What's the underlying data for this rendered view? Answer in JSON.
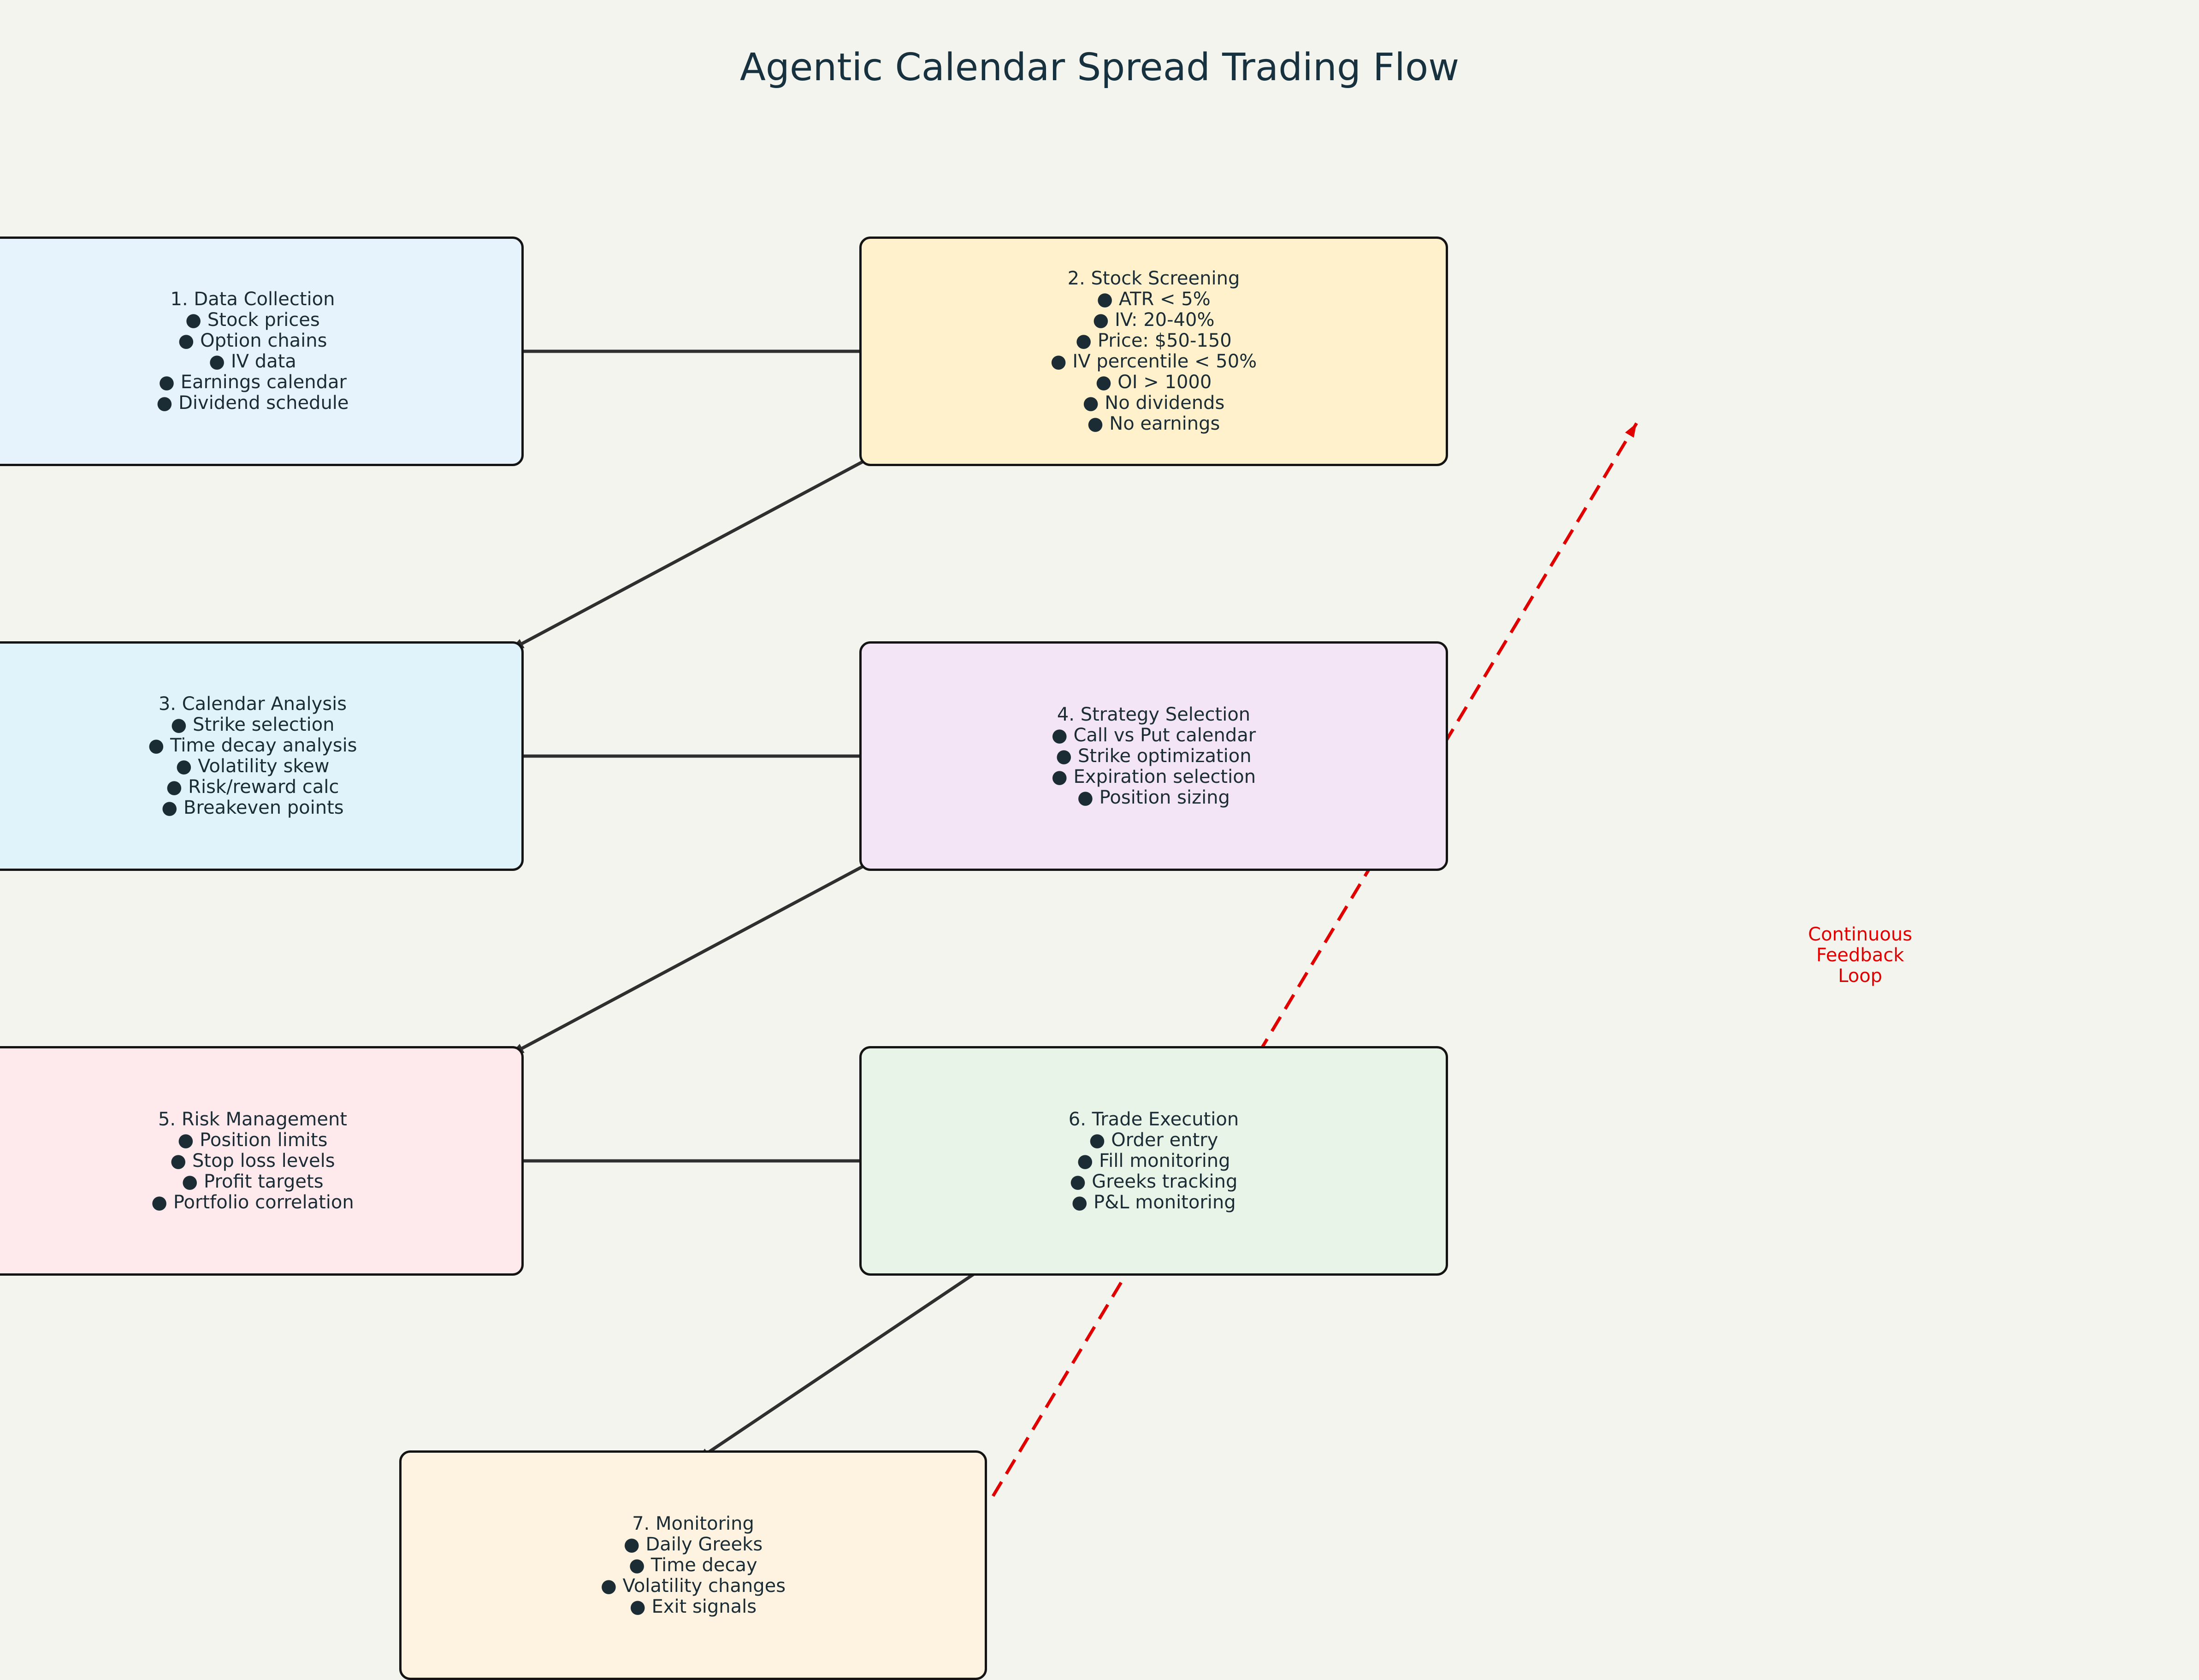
{
  "title": "Agentic Calendar Spread Trading Flow",
  "colors": {
    "background": "#f4f4ee",
    "node_border": "#141414",
    "edge": "#2f2f2f",
    "feedback": "#e00000",
    "text": "#1b2c35"
  },
  "nodes": [
    {
      "id": "data-collection",
      "fill": "#e6f3fc",
      "heading": "1. Data Collection",
      "items": [
        "● Stock prices",
        "● Option chains",
        "● IV data",
        "● Earnings calendar",
        "● Dividend schedule"
      ]
    },
    {
      "id": "stock-screening",
      "fill": "#fef1cc",
      "heading": "2. Stock Screening",
      "items": [
        "● ATR < 5%",
        "● IV: 20-40%",
        "● Price: $50-150",
        "● IV percentile < 50%",
        "● OI > 1000",
        "● No dividends",
        "● No earnings"
      ]
    },
    {
      "id": "calendar-analysis",
      "fill": "#e0f3fb",
      "heading": "3. Calendar Analysis",
      "items": [
        "● Strike selection",
        "● Time decay analysis",
        "● Volatility skew",
        "● Risk/reward calc",
        "● Breakeven points"
      ]
    },
    {
      "id": "strategy-selection",
      "fill": "#f3e5f5",
      "heading": "4. Strategy Selection",
      "items": [
        "● Call vs Put calendar",
        "● Strike optimization",
        "● Expiration selection",
        "● Position sizing"
      ]
    },
    {
      "id": "risk-management",
      "fill": "#fee9ec",
      "heading": "5. Risk Management",
      "items": [
        "● Position limits",
        "● Stop loss levels",
        "● Profit targets",
        "● Portfolio correlation"
      ]
    },
    {
      "id": "trade-execution",
      "fill": "#e9f4e8",
      "heading": "6. Trade Execution",
      "items": [
        "● Order entry",
        "● Fill monitoring",
        "● Greeks tracking",
        "● P&L monitoring"
      ]
    },
    {
      "id": "monitoring",
      "fill": "#fef3e0",
      "heading": "7. Monitoring",
      "items": [
        "● Daily Greeks",
        "● Time decay",
        "● Volatility changes",
        "● Exit signals"
      ]
    }
  ],
  "edges": [
    {
      "from": "data-collection",
      "to": "stock-screening",
      "style": "solid"
    },
    {
      "from": "stock-screening",
      "to": "calendar-analysis",
      "style": "solid"
    },
    {
      "from": "calendar-analysis",
      "to": "strategy-selection",
      "style": "solid"
    },
    {
      "from": "strategy-selection",
      "to": "risk-management",
      "style": "solid"
    },
    {
      "from": "risk-management",
      "to": "trade-execution",
      "style": "solid"
    },
    {
      "from": "trade-execution",
      "to": "monitoring",
      "style": "solid"
    },
    {
      "from": "monitoring",
      "to": "stock-screening",
      "style": "dashed"
    }
  ],
  "feedback_label": [
    "Continuous",
    "Feedback",
    "Loop"
  ]
}
